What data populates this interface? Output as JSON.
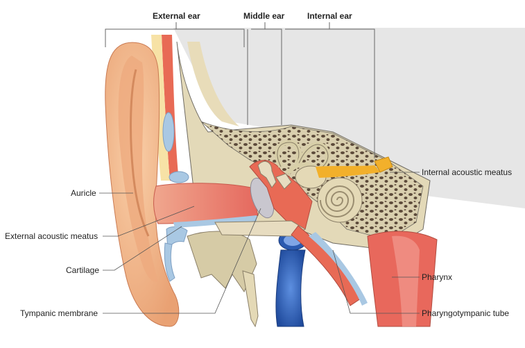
{
  "headers": {
    "external": "External ear",
    "middle": "Middle ear",
    "internal": "Internal ear"
  },
  "labels": {
    "auricle": "Auricle",
    "external_acoustic_meatus": "External acoustic meatus",
    "cartilage": "Cartilage",
    "tympanic_membrane": "Tympanic membrane",
    "internal_acoustic_meatus": "Internal acoustic meatus",
    "pharynx": "Pharynx",
    "pharyngotympanic_tube": "Pharyngotympanic tube"
  },
  "colors": {
    "skin": "#f2b98d",
    "skin_dark": "#e39a6c",
    "bone": "#ddd3b0",
    "bone_dark": "#6b5a48",
    "mucosa": "#e8746a",
    "cartilage": "#a9c8e3",
    "vessel": "#3d6fc0",
    "nerve": "#f1b12a",
    "ossicle": "#d8cfa8"
  }
}
